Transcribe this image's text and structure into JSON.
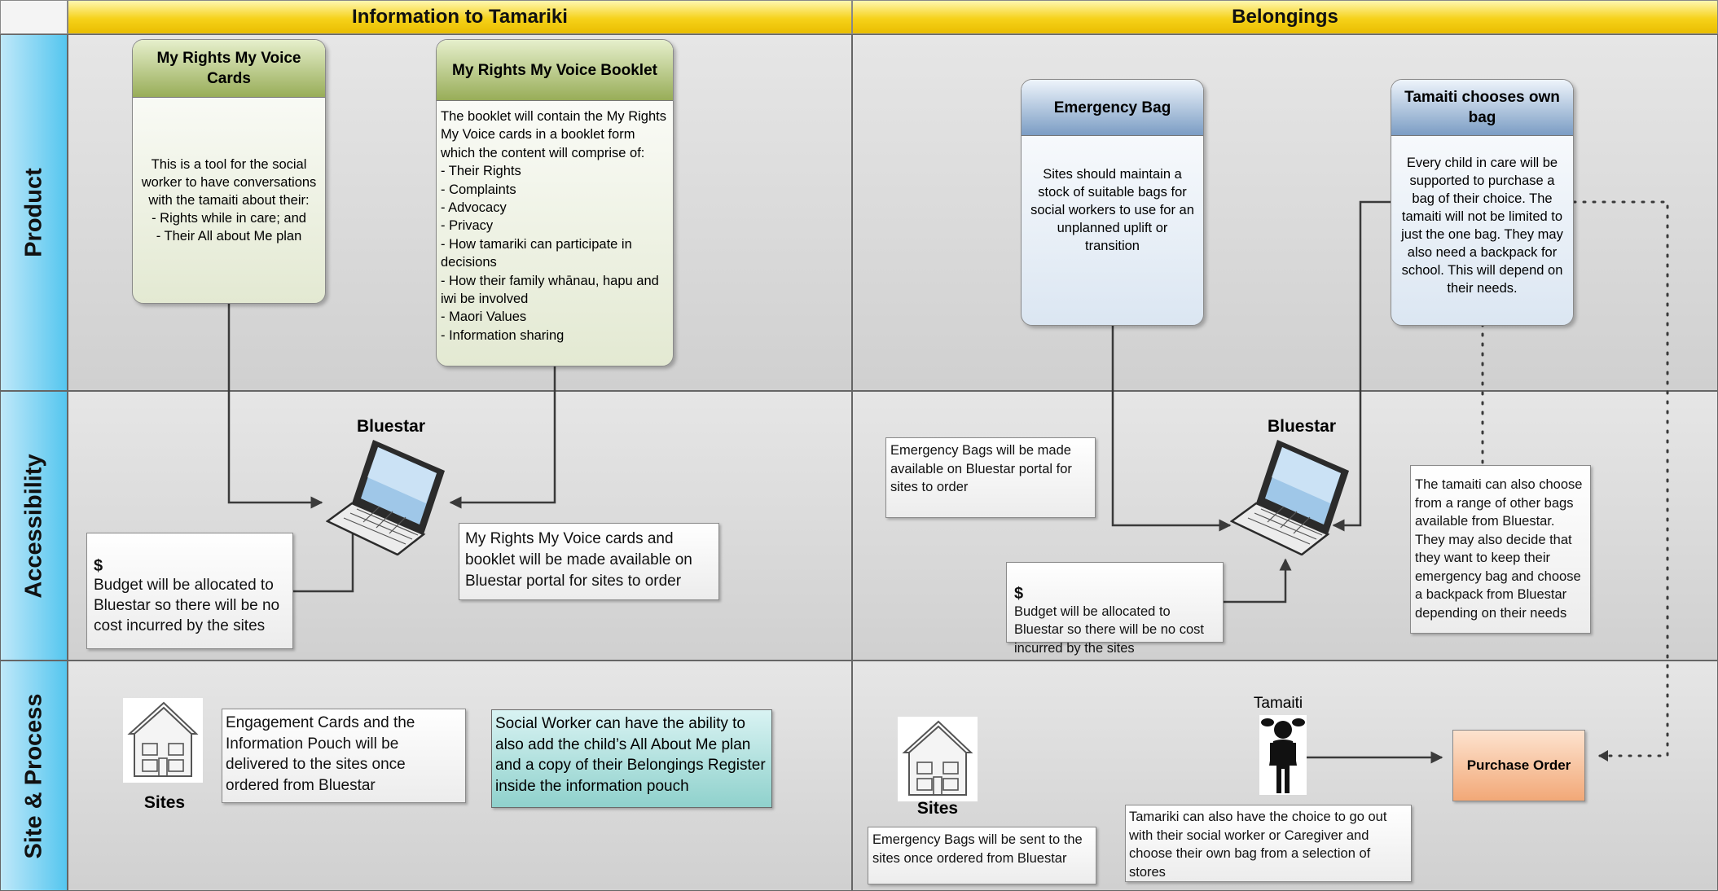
{
  "columns": {
    "info": "Information to Tamariki",
    "belongings": "Belongings"
  },
  "rows": {
    "product": "Product",
    "accessibility": "Accessibility",
    "site_process": "Site & Process"
  },
  "cards": {
    "rights_cards": {
      "title": "My Rights My Voice Cards",
      "body": "This is a tool for the social worker to have conversations with the tamaiti about their:\n- Rights while in care; and\n- Their All about Me plan"
    },
    "booklet": {
      "title": "My Rights My Voice Booklet",
      "body": "The booklet will contain the My Rights My Voice cards in a booklet form which the content will comprise of:\n- Their Rights\n- Complaints\n- Advocacy\n- Privacy\n- How tamariki can participate in decisions\n- How their family whānau, hapu and iwi be involved\n- Maori Values\n- Information sharing"
    },
    "emergency_bag": {
      "title": "Emergency Bag",
      "body": "Sites should maintain a stock of suitable bags for social workers to use for an unplanned uplift or transition"
    },
    "own_bag": {
      "title": "Tamaiti chooses own bag",
      "body": "Every child in care will be supported to purchase a bag of their choice. The tamaiti will not be limited to just the one bag. They may also need a backpack for school. This will depend on their needs."
    }
  },
  "labels": {
    "bluestar_left": "Bluestar",
    "bluestar_right": "Bluestar",
    "sites_left": "Sites",
    "sites_right": "Sites",
    "tamaiti": "Tamaiti"
  },
  "notes": {
    "budget_left_symbol": "$",
    "budget_left": "Budget will be allocated to Bluestar so there will be no cost incurred by the sites",
    "rights_available": "My Rights My Voice cards and booklet will be made available on Bluestar portal for sites to order",
    "emergency_available": "Emergency Bags  will be made available on Bluestar portal for sites to order",
    "budget_right_symbol": "$",
    "budget_right": "Budget will be allocated to Bluestar so there will be no cost incurred by the sites",
    "other_bags": "The tamaiti can also choose from a range of other bags available from Bluestar. They may also decide that they want to keep their emergency bag and choose a backpack from Bluestar depending on their needs",
    "engagement": "Engagement Cards and the Information Pouch will be delivered to the sites once ordered from Bluestar",
    "social_worker": "Social Worker can have the ability to also add the child’s All About Me plan and a copy of their Belongings Register inside the information pouch",
    "emergency_sent": "Emergency Bags will be sent to the sites once ordered from Bluestar",
    "tamariki_choice": "Tamariki can also have the choice to go out with their social worker or Caregiver and choose their own bag from a selection of stores"
  },
  "purchase_order": "Purchase Order",
  "icons": {
    "laptop": "laptop-icon",
    "house": "house-icon",
    "child": "child-icon"
  },
  "colors": {
    "column_header": "#f6d21a",
    "row_header": "#55c6ef",
    "green_card_header": "#98ad58",
    "blue_card_header": "#7b9dc4",
    "teal_note": "#8fd1cc",
    "purchase_order": "#f2a877"
  }
}
